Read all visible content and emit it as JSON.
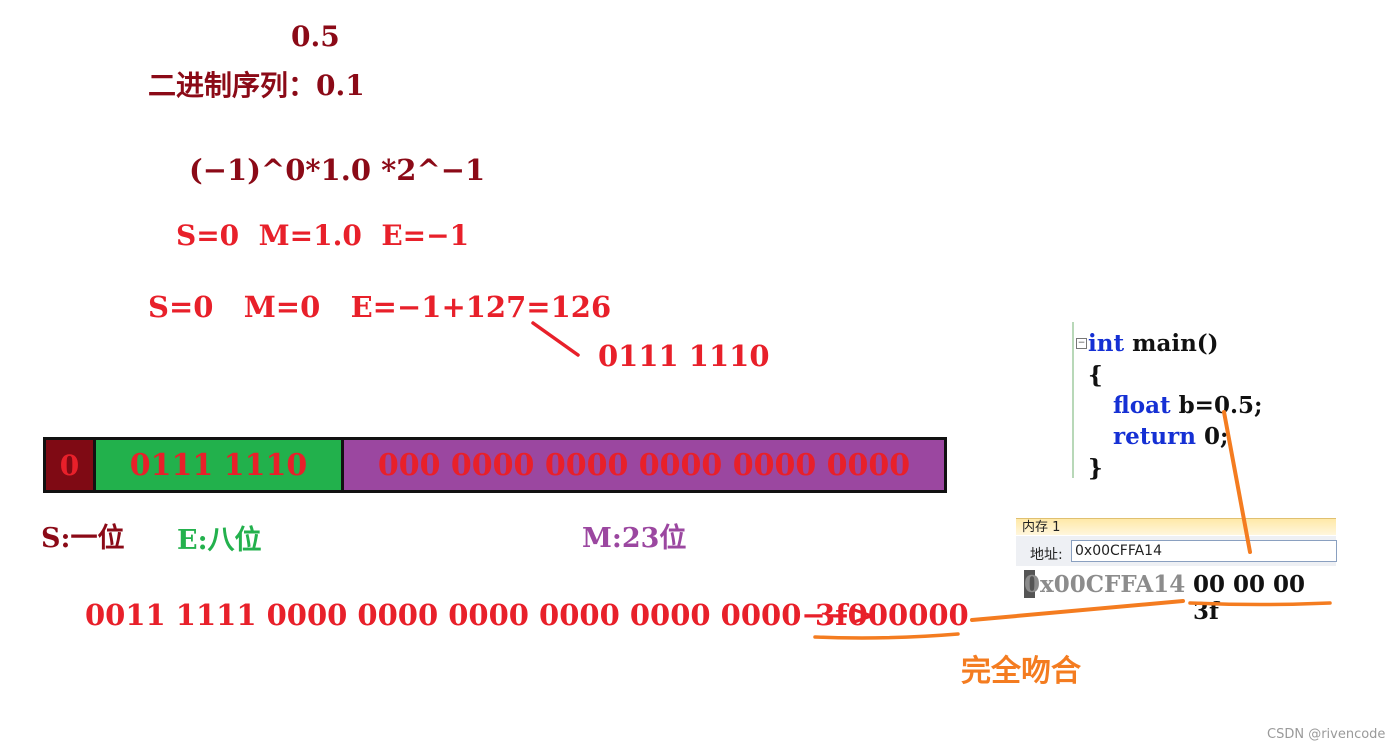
{
  "lines": {
    "value": "0.5",
    "binary_seq": "二进制序列：0.1",
    "formula": "(−1)^0*1.0 *2^−1",
    "sme1": "S=0  M=1.0  E=−1",
    "sme2": "S=0   M=0   E=−1+127=126",
    "exp_bits": "0111 1110"
  },
  "bar": {
    "s_bit": "0",
    "e_bits": "0111 1110",
    "m_bits": "000 0000 0000 0000 0000 0000"
  },
  "labels": {
    "s": "S:一位",
    "e": "E:八位",
    "m": "M:23位"
  },
  "result": {
    "binary": "0011 1111 0000 0000 0000 0000 0000 0000−−>",
    "hex": "3f000000",
    "match": "完全吻合"
  },
  "code": {
    "line1_kw": "int",
    "line1_rest": " main()",
    "line2": "{",
    "line3_kw": "float",
    "line3_rest": " b=0.5;",
    "line4_kw": "return",
    "line4_rest": " 0;",
    "line5": "}"
  },
  "memory": {
    "title": "内存 1",
    "addr_label": "地址:",
    "addr_value": "0x00CFFA14",
    "row_addr": "0x00CFFA14",
    "row_bytes": "00 00 00 3f"
  },
  "watermark": "CSDN @rivencode",
  "colors": {
    "dark_red": "#8b0a17",
    "red": "#e8202a",
    "green": "#23b14d",
    "purple": "#9b47a0",
    "orange": "#f47c20"
  }
}
